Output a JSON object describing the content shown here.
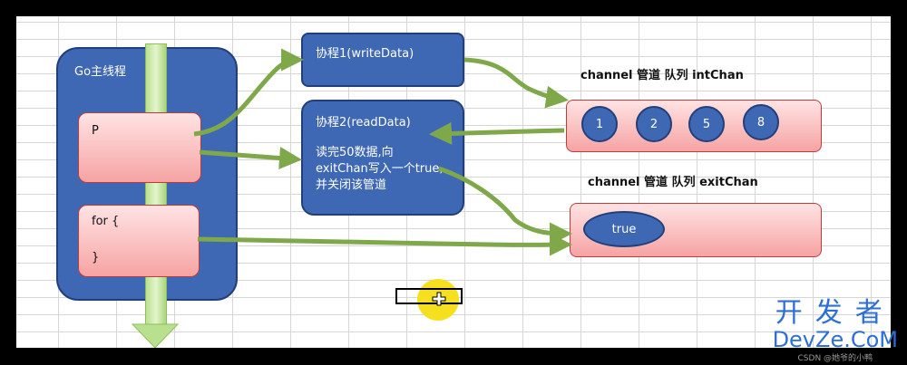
{
  "main_thread": {
    "title": "Go主线程"
  },
  "p_box": {
    "label": "P"
  },
  "for_box": {
    "open": "for {",
    "close": "}"
  },
  "coroutine_write": {
    "label": "协程1(writeData)"
  },
  "coroutine_read": {
    "label": "协程2(readData)",
    "desc_lines": [
      "读完50数据,向",
      "exitChan写入一个true,",
      "并关闭该管道"
    ]
  },
  "int_chan": {
    "label": "channel 管道 队列 intChan",
    "items": [
      "1",
      "2",
      "5",
      "8"
    ]
  },
  "exit_chan": {
    "label": "channel 管道 队列 exitChan",
    "item": "true"
  },
  "watermark": {
    "title": "开发者",
    "brand": "DevZe.CoM",
    "sub": "CSDN @她爷的小鸭"
  },
  "colors": {
    "box_blue": "#3f68b4",
    "arrow_green": "#7ea84a",
    "pink": "#f6a3a3",
    "arrow_red": "#e02020"
  }
}
